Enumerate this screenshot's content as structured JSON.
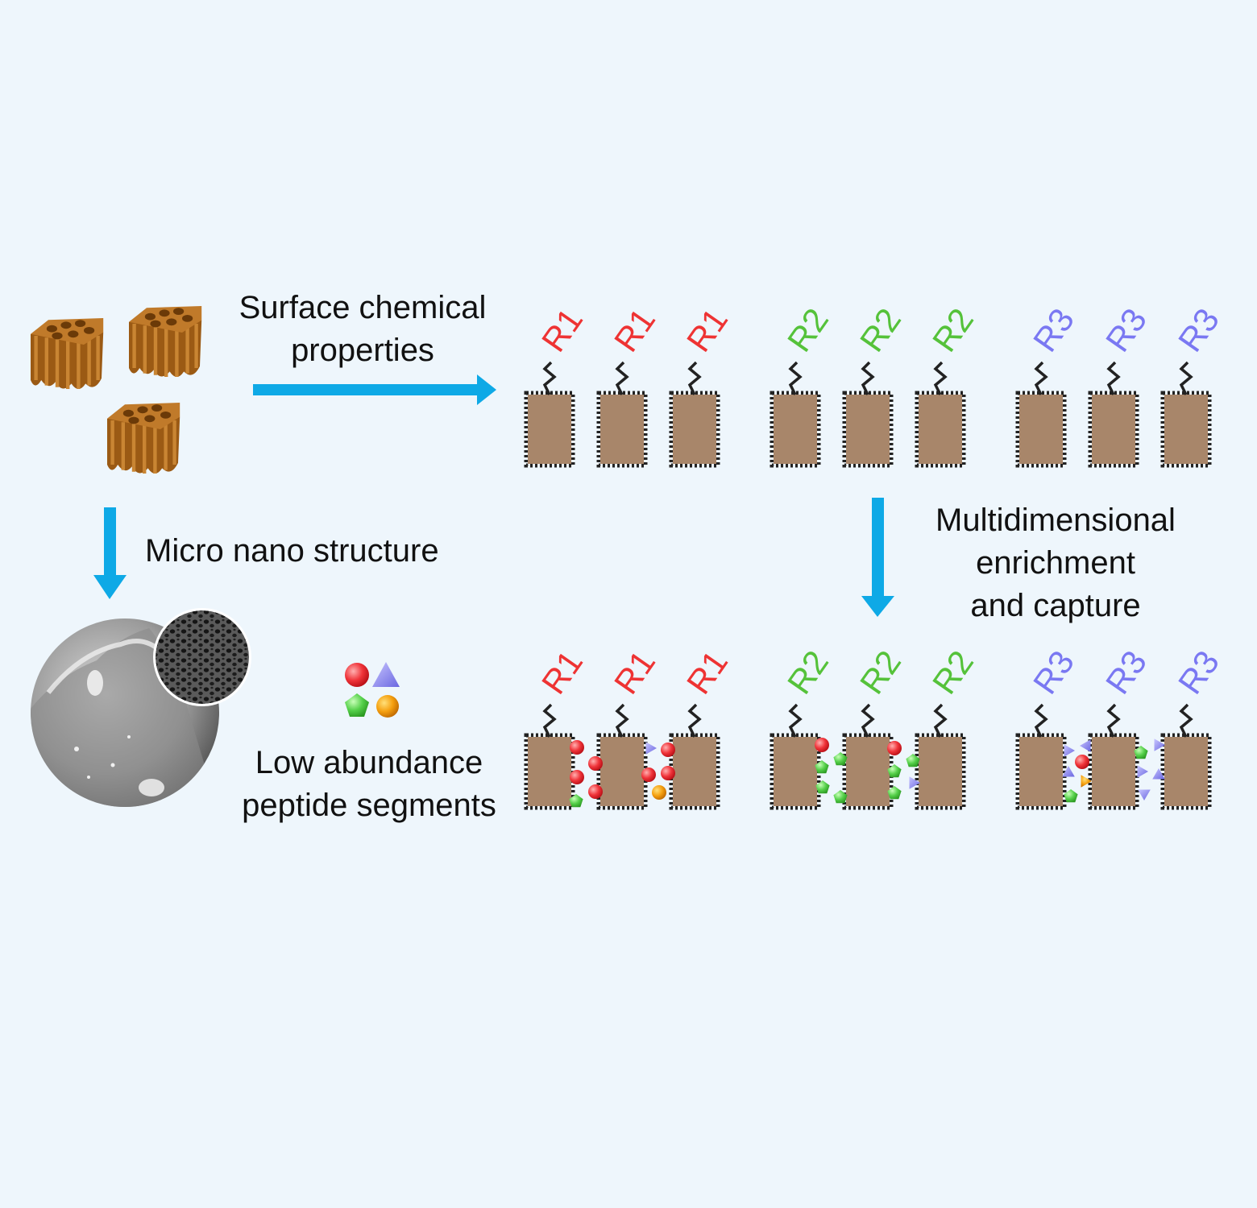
{
  "labels": {
    "surface_line1": "Surface chemical",
    "surface_line2": "properties",
    "micro_nano": "Micro nano structure",
    "multi_line1": "Multidimensional",
    "multi_line2": "enrichment",
    "multi_line3": "and capture",
    "low_line1": "Low abundance",
    "low_line2": "peptide segments"
  },
  "groups": [
    {
      "label": "R1",
      "color": "#ee3333"
    },
    {
      "label": "R2",
      "color": "#55c23a"
    },
    {
      "label": "R3",
      "color": "#7a78f2"
    }
  ],
  "colors": {
    "arrow": "#0ea9e6",
    "block": "#a8866a",
    "material": "#b06a1c",
    "red": "#f0343a",
    "green": "#55d04a",
    "blue": "#8a86f0",
    "orange": "#f5a010"
  }
}
